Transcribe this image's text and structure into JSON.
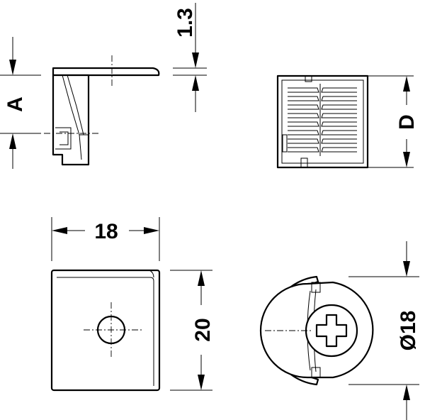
{
  "dimensions": {
    "height_a": "A",
    "thickness": "1.3",
    "depth_d": "D",
    "width": "18",
    "height": "20",
    "diameter": "Ø18"
  }
}
